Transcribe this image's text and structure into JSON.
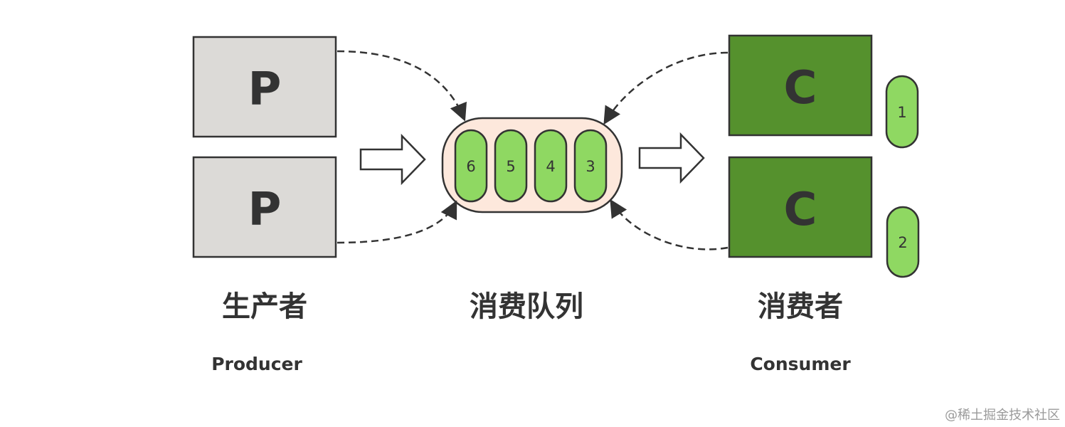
{
  "producers": [
    {
      "label": "P"
    },
    {
      "label": "P"
    }
  ],
  "consumers": [
    {
      "label": "C",
      "message": "1"
    },
    {
      "label": "C",
      "message": "2"
    }
  ],
  "queue": {
    "messages": [
      "6",
      "5",
      "4",
      "3"
    ]
  },
  "captions": {
    "producer_cn": "生产者",
    "producer_en": "Producer",
    "queue_cn": "消费队列",
    "consumer_cn": "消费者",
    "consumer_en": "Consumer"
  },
  "watermark": "@稀土掘金技术社区",
  "colors": {
    "producer_fill": "#dcdad7",
    "consumer_fill": "#55912d",
    "queue_fill": "#fde8dc",
    "message_fill": "#8fd862",
    "stroke": "#333333"
  }
}
